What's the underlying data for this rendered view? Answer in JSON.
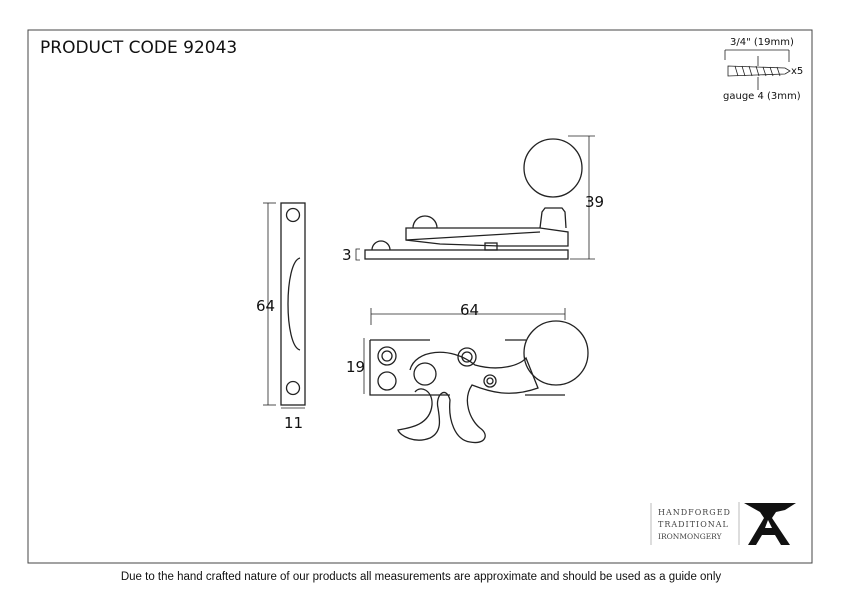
{
  "title": "PRODUCT CODE 92043",
  "footer": "Due to the hand crafted nature of our products all measurements are approximate and should be used as a guide only",
  "screw": {
    "length": "3/4\" (19mm)",
    "quantity": "x5",
    "gauge": "gauge 4 (3mm)"
  },
  "dimensions": {
    "front_height": "64",
    "front_width": "11",
    "side_height": "39",
    "side_plate": "3",
    "top_length": "64",
    "top_width": "19"
  },
  "logo": {
    "line1": "HANDFORGED",
    "line2": "TRADITIONAL",
    "line3": "IRONMONGERY"
  }
}
